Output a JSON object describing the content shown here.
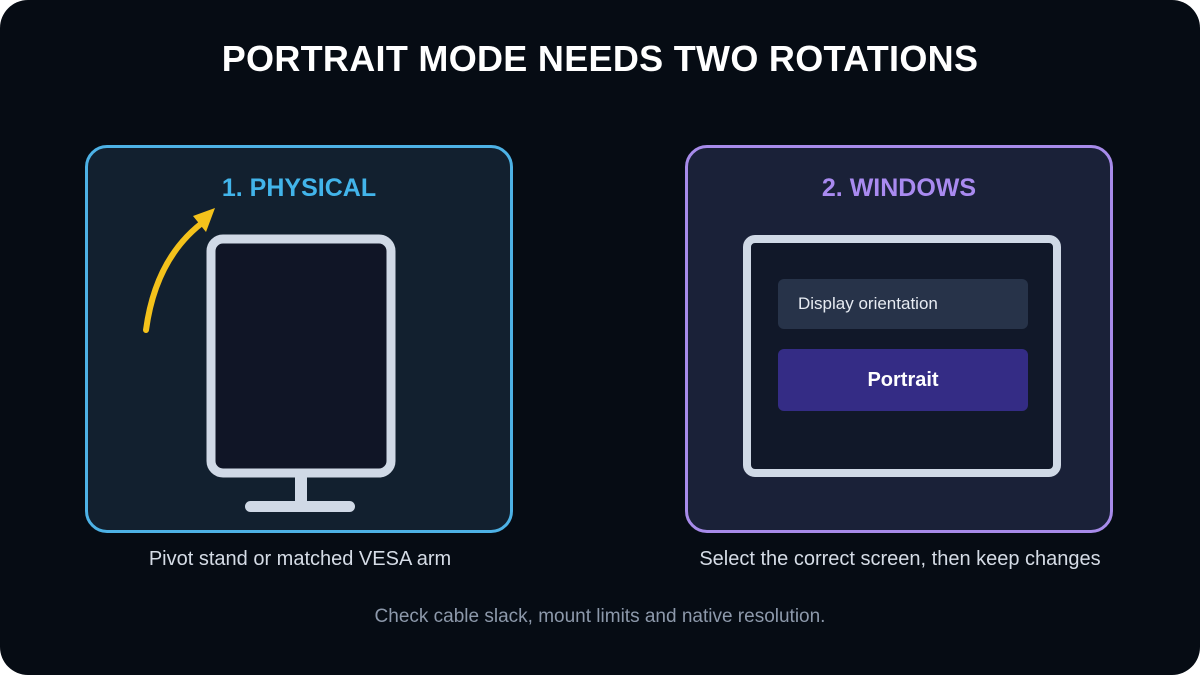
{
  "title": "PORTRAIT MODE NEEDS TWO ROTATIONS",
  "physical": {
    "heading": "1. PHYSICAL",
    "caption": "Pivot stand or matched VESA arm",
    "icons": [
      "rotate-arrow-icon",
      "portrait-monitor-icon"
    ]
  },
  "windows": {
    "heading": "2. WINDOWS",
    "setting_label": "Display orientation",
    "selected_value": "Portrait",
    "caption": "Select the correct screen, then keep changes"
  },
  "footer": "Check cable slack, mount limits and native resolution.",
  "colors": {
    "background": "#060c14",
    "physical_accent": "#42b4ea",
    "windows_accent": "#a98af0",
    "arrow": "#f4c21b",
    "monitor_frame": "#d0d9e6",
    "portrait_button": "#342c85"
  }
}
